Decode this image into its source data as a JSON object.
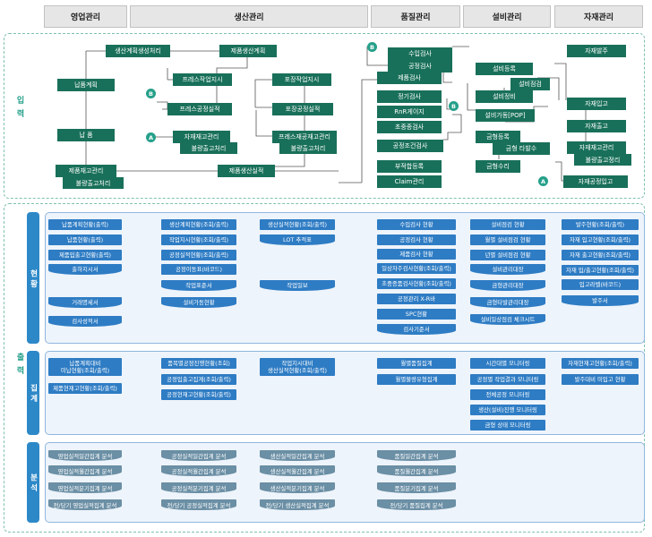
{
  "columns": [
    "영업관리",
    "생산관리",
    "품질관리",
    "설비관리",
    "자재관리"
  ],
  "sections": {
    "input": "입 력",
    "output": "출 력",
    "status": "현 황",
    "aggregate": "집 계",
    "analysis": "분 석"
  },
  "input": {
    "sales": {
      "delivery_plan": "납품계획",
      "delivery": "납 품",
      "product_stock": "제품재고관리",
      "defect_out": "불량출고처리"
    },
    "production": {
      "prod_plan_gen": "생산계획생성처리",
      "prod_plan": "제품생산계획",
      "press_order": "프레스작업지시",
      "press_result": "프레스공정실적",
      "pack_order": "포장작업지시",
      "pack_result": "포장공정실적",
      "material_stock": "자재재고관리",
      "press_stock": "프레스재공재고관리",
      "defect_out1": "불량출고처리",
      "defect_out2": "불량출고처리",
      "prod_result": "제품생산실적"
    },
    "quality": {
      "incoming": "수입검사",
      "process": "공정검사",
      "product": "제품검사",
      "periodic": "정기검사",
      "rnr": "RnR게이지",
      "first": "초중종검사",
      "condition": "공정조건검사",
      "nonconform": "부적합등록",
      "claim": "Claim관리"
    },
    "equipment": {
      "register": "설비등록",
      "check": "설비점검",
      "maintain": "설비정비",
      "uptime": "설비가동[POP]",
      "mold_reg": "금형등록",
      "mold_count": "금형 타발수",
      "mold_repair": "금형수리"
    },
    "material": {
      "order": "자재발주",
      "in": "자재입고",
      "out": "자재출고",
      "stock": "자재재고관리",
      "defect": "불량출고정리",
      "process_in": "자재공정입고"
    },
    "connectors": {
      "a": "A",
      "b": "B"
    }
  },
  "status": {
    "sales": [
      "납품계획현황(출력)",
      "납품현황(출력)",
      "제품입출고현황(출력)",
      "출하지시서",
      "거래명세서",
      "검사성적서"
    ],
    "production1": [
      "생산계획현황(조회/출력)",
      "작업지시현황(조회/출력)",
      "공정실적현황(조회/출력)",
      "공정이동표(바코드)",
      "작업표준서",
      "설비가동현황"
    ],
    "production2": [
      "생산실적현황(조회/출력)",
      "LOT 추적표",
      "작업일보"
    ],
    "quality": [
      "수입검사 현황",
      "공정검사 현황",
      "제품검사 현황",
      "일상자주검사현황(조회/출력)",
      "초중종품검사현황(조회/출력)",
      "공정관리 X-R바",
      "SPC현황",
      "검사기준서"
    ],
    "equipment": [
      "설비점검 현황",
      "월별 설비점검 현황",
      "년별 설비점검 현황",
      "설비관리대장",
      "금형관리대장",
      "금형타발관리대장",
      "설비일상점검 체크시트"
    ],
    "material": [
      "발주현황(조회/출력)",
      "자재 입고현황(조회/출력)",
      "자재 출고현황(조회/출력)",
      "자재 입/출고현황(조회/출력)",
      "입고라벨(바코드)",
      "발주서"
    ]
  },
  "aggregate": {
    "sales": [
      "납품계획대비\n미납현황(조회/출력)",
      "제품현재고현황(조회/출력)"
    ],
    "production1": [
      "품목별공정진행현황(조회)",
      "공정입출고집계(조회/출력)",
      "공정현재고현황(조회/출력)"
    ],
    "production2": [
      "작업지시대비\n생산실적현황(조회/출력)"
    ],
    "quality": [
      "월별품질집계",
      "월별불량유형집계"
    ],
    "equipment": [
      "시간대별 모니터링",
      "공정별 작업결과 모니터링",
      "전체공정 모니터링",
      "생산(설비)진행 모니터링",
      "금형 상태 모니터링"
    ],
    "material": [
      "자재현재고현황(조회/출력)",
      "발주대비 미입고 현황"
    ]
  },
  "analysis": {
    "sales": [
      "영업실적일간집계 분석",
      "영업실적월간집계 분석",
      "영업실적분기집계 분석",
      "전/당기 영업실적집계 분석"
    ],
    "production1": [
      "공정실적일간집계 분석",
      "공정실적월간집계 분석",
      "공정실적분기집계 분석",
      "전/당기 공정실적집계 분석"
    ],
    "production2": [
      "생산실적일간집계 분석",
      "생산실적월간집계 분석",
      "생산실적분기집계 분석",
      "전/당기 생산실적집계 분석"
    ],
    "quality": [
      "품질일간집계 분석",
      "품질월간집계 분석",
      "품질분기집계 분석",
      "전/당기 품질집계 분석"
    ]
  }
}
